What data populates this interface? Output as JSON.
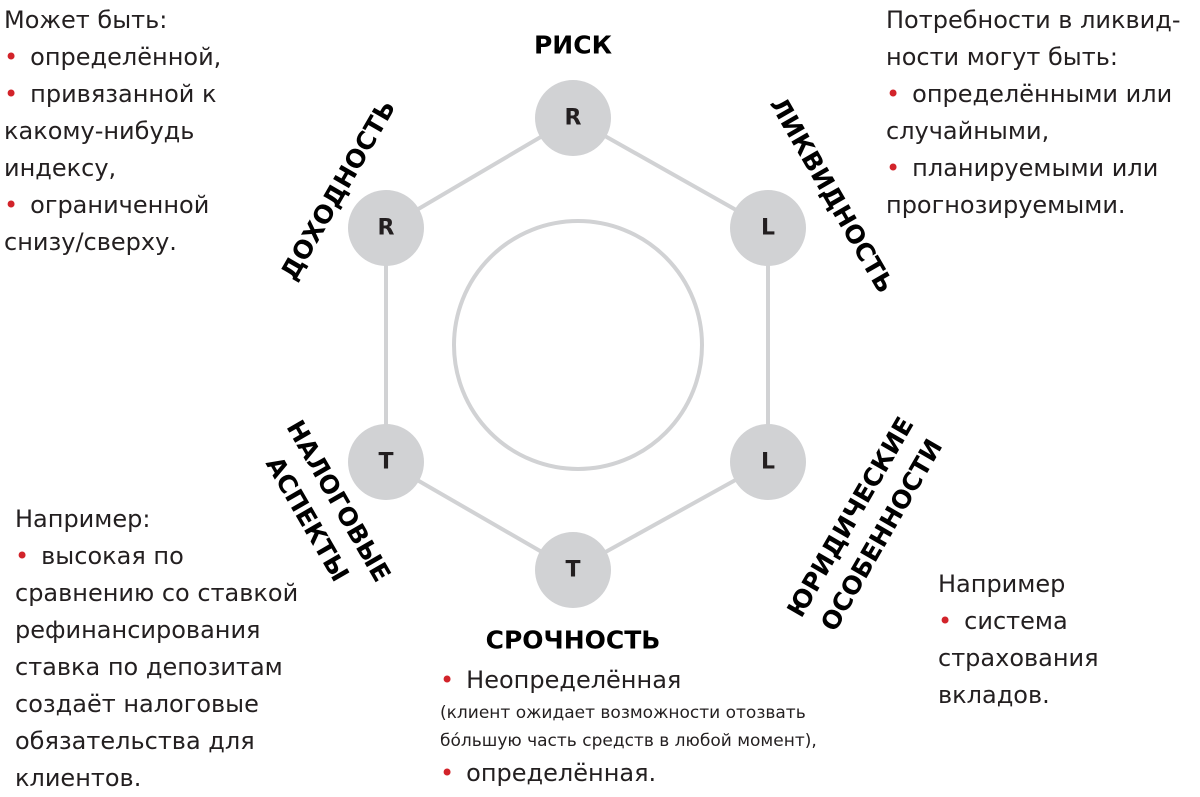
{
  "diagram": {
    "nodes": [
      {
        "id": "risk",
        "letter": "R"
      },
      {
        "id": "liquidity",
        "letter": "L"
      },
      {
        "id": "legal",
        "letter": "L"
      },
      {
        "id": "term",
        "letter": "T"
      },
      {
        "id": "tax",
        "letter": "T"
      },
      {
        "id": "yield",
        "letter": "R"
      }
    ],
    "axis_labels": {
      "risk": "РИСК",
      "liquidity": "ЛИКВИДНОСТЬ",
      "legal_line1": "ЮРИДИЧЕСКИЕ",
      "legal_line2": "ОСОБЕННОСТИ",
      "term": "СРОЧНОСТЬ",
      "tax_line1": "НАЛОГОВЫЕ",
      "tax_line2": "АСПЕКТЫ",
      "yield": "ДОХОДНОСТЬ"
    },
    "colors": {
      "node": "#d1d2d4",
      "edge": "#d1d2d4",
      "bullet": "#d2232a",
      "text": "#231f20"
    }
  },
  "notes": {
    "yield": {
      "lines": [
        {
          "bullet": false,
          "text": "Может быть:"
        },
        {
          "bullet": true,
          "text": "определённой,"
        },
        {
          "bullet": true,
          "text": "привязанной к"
        },
        {
          "bullet": false,
          "text": "какому-нибудь"
        },
        {
          "bullet": false,
          "text": "индексу,"
        },
        {
          "bullet": true,
          "text": "ограниченной"
        },
        {
          "bullet": false,
          "text": "снизу/сверху."
        }
      ]
    },
    "liquidity": {
      "lines": [
        {
          "bullet": false,
          "text": "Потребности в ликвид-"
        },
        {
          "bullet": false,
          "text": "ности могут быть:"
        },
        {
          "bullet": true,
          "text": "определёнными или"
        },
        {
          "bullet": false,
          "text": "случайными,"
        },
        {
          "bullet": true,
          "text": "планируемыми или"
        },
        {
          "bullet": false,
          "text": "прогнозируемыми."
        }
      ]
    },
    "tax": {
      "lines": [
        {
          "bullet": false,
          "text": "Например:"
        },
        {
          "bullet": true,
          "text": "высокая по"
        },
        {
          "bullet": false,
          "text": "сравнению со ставкой"
        },
        {
          "bullet": false,
          "text": "рефинансирования"
        },
        {
          "bullet": false,
          "text": "ставка по депозитам"
        },
        {
          "bullet": false,
          "text": "создаёт налоговые"
        },
        {
          "bullet": false,
          "text": "обязательства для"
        },
        {
          "bullet": false,
          "text": "клиентов."
        }
      ]
    },
    "legal": {
      "lines": [
        {
          "bullet": false,
          "text": "Например"
        },
        {
          "bullet": true,
          "text": "система"
        },
        {
          "bullet": false,
          "text": "страхования"
        },
        {
          "bullet": false,
          "text": "вкладов."
        }
      ]
    },
    "term": {
      "line1": "Неопределённая",
      "line2": "(клиент ожидает возможности отозвать",
      "line3": "бóльшую часть средств в любой момент),",
      "line4": "определённая."
    }
  }
}
